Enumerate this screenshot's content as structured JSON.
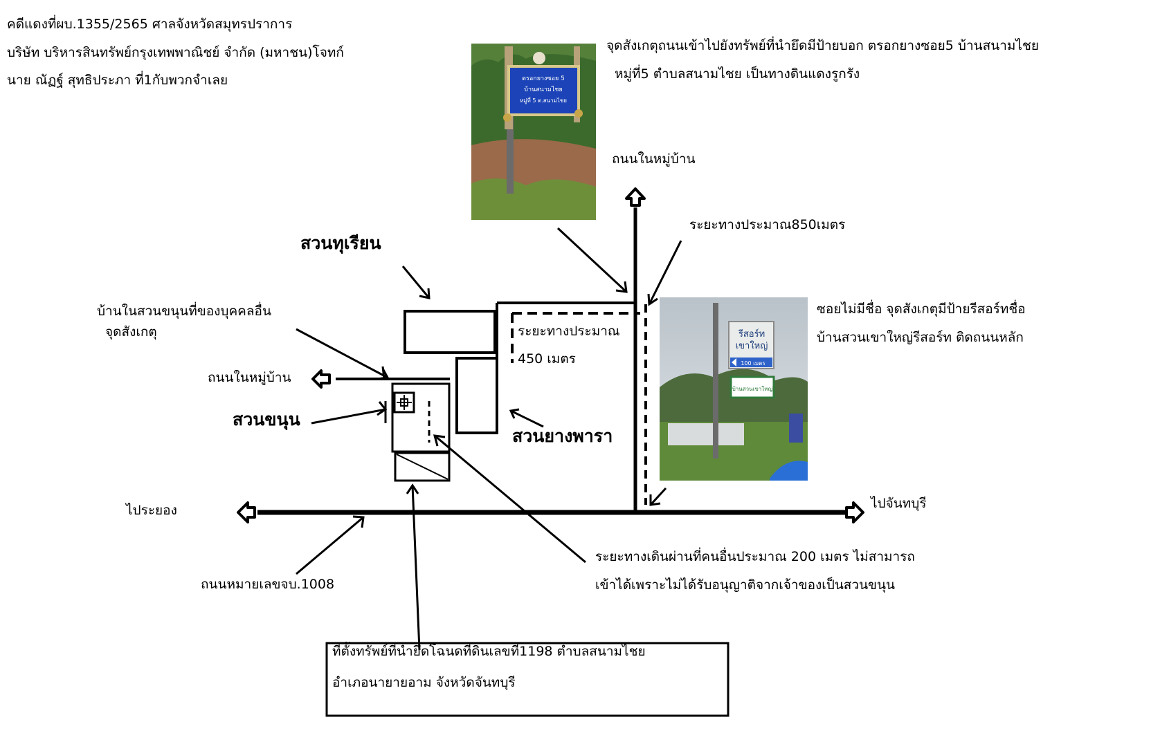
{
  "case_header": {
    "line1": "คดีแดงที่ผบ.1355/2565 ศาลจังหวัดสมุทรปราการ",
    "line2": "บริษัท บริหารสินทรัพย์กรุงเทพพาณิชย์ จำกัด (มหาชน)โจทก์",
    "line3": "นาย ณัฏฐ์ สุทธิประภา ที่1กับพวกจำเลย"
  },
  "observation_top": {
    "line1": "จุดสังเกตุถนนเข้าไปยังทรัพย์ที่นำยึดมีป้ายบอก ตรอกยางซอย5 บ้านสนามไชย",
    "line2": "หมู่ที่5 ตำบลสนามไชย เป็นทางดินแดงรูกรัง"
  },
  "labels": {
    "village_road_north": "ถนนในหมู่บ้าน",
    "distance_850": "ระยะทางประมาณ850เมตร",
    "durian_garden": "สวนทุเรียน",
    "other_owner_house_1": "บ้านในสวนขนุนที่ของบุคคลอื่น",
    "other_owner_house_2": "จุดสังเกตุ",
    "village_road_west": "ถนนในหมู่บ้าน",
    "jackfruit_garden": "สวนขนุน",
    "rubber_garden": "สวนยางพารา",
    "distance_450_1": "ระยะทางประมาณ",
    "distance_450_2": "450 เมตร",
    "to_rayong": "ไประยอง",
    "to_chanthaburi": "ไปจันทบุรี",
    "highway_no": "ถนนหมายเลขจบ.1008",
    "walk_note_1": "ระยะทางเดินผ่านที่คนอื่นประมาณ 200 เมตร ไม่สามารถ",
    "walk_note_2": "เข้าได้เพราะไม่ได้รับอนุญาติจากเจ้าของเป็นสวนขนุน",
    "unnamed_soi_1": "ซอยไม่มีชื่อ จุดสังเกตุมีป้ายรีสอร์ทชื่อ",
    "unnamed_soi_2": "บ้านสวนเขาใหญ่รีสอร์ท ติดถนนหลัก"
  },
  "location_box": {
    "line1": "ที่ตั้งทรัพย์ที่นำยึดโฉนดที่ดินเลขที่1198 ตำบลสนามไชย",
    "line2": "อำเภอนายายอาม จังหวัดจันทบุรี"
  },
  "sign_photo": {
    "sign_line1": "ตรอกยางซอย 5",
    "sign_line2": "บ้านสนามไชย",
    "sign_line3": "หมู่ที่ 5 ต.สนามไชย"
  },
  "resort_photo": {
    "sign_line1": "รีสอร์ท",
    "sign_line2": "เขาใหญ่",
    "sign_arrow": "100 เมตร",
    "sign_small": "บ้านสวนเขาใหญ่"
  }
}
